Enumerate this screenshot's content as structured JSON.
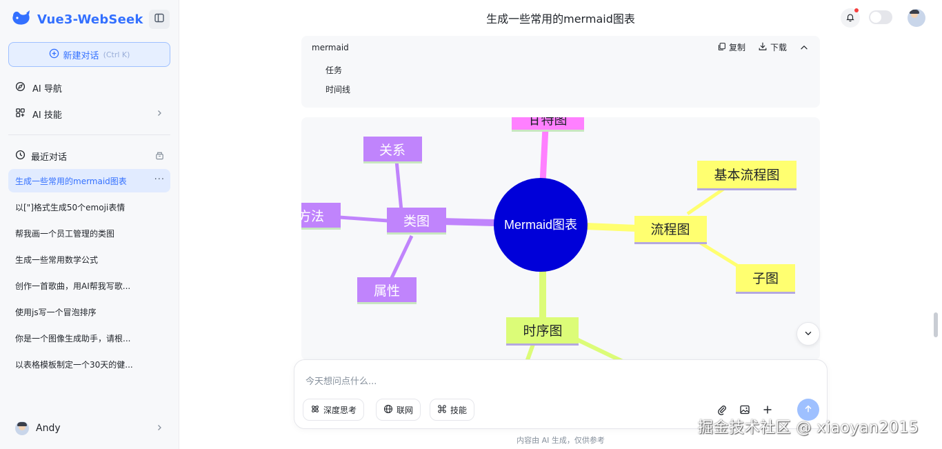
{
  "sidebar": {
    "brand": "Vue3-WebSeek",
    "new_chat_label": "新建对话",
    "new_chat_shortcut": "(Ctrl K)",
    "nav": [
      {
        "label": "AI 导航"
      },
      {
        "label": "AI 技能"
      }
    ],
    "recent_title": "最近对话",
    "conversations": [
      "生成一些常用的mermaid图表",
      "以[\"]格式生成50个emoji表情",
      "帮我画一个员工管理的类图",
      "生成一些常用数学公式",
      "创作一首歌曲，用AI帮我写歌...",
      "使用js写一个冒泡排序",
      "你是一个图像生成助手，请根...",
      "以表格模板制定一个30天的健..."
    ],
    "user_name": "Andy"
  },
  "header": {
    "title": "生成一些常用的mermaid图表"
  },
  "code_block": {
    "language": "mermaid",
    "copy_label": "复制",
    "download_label": "下载",
    "lines": [
      "任务",
      "时间线"
    ]
  },
  "mindmap": {
    "root": "Mermaid图表",
    "top_node": "甘特图",
    "class_node": "类图",
    "class_children": [
      "关系",
      "方法",
      "属性"
    ],
    "flow_node": "流程图",
    "flow_children": [
      "基本流程图",
      "子图"
    ],
    "seq_node": "时序图",
    "colors": {
      "root": "#0000d9",
      "pink": "#ff80ff",
      "purple": "#c084fc",
      "yellow": "#ffff70",
      "green": "#dcfc78"
    }
  },
  "input": {
    "placeholder": "今天想问点什么...",
    "deep_think": "深度思考",
    "web": "联网",
    "skills": "技能"
  },
  "footer_note": "内容由 AI 生成，仅供参考",
  "watermark": "掘金技术社区 @ xiaoyan2015",
  "accent": "#3370ff"
}
